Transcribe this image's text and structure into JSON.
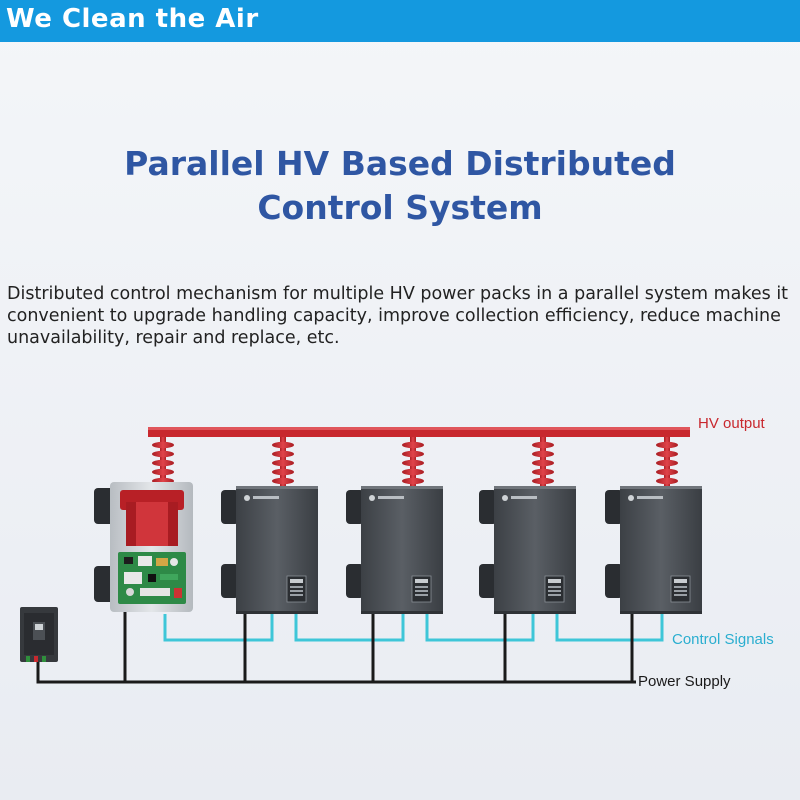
{
  "header": {
    "title": "We Clean the Air"
  },
  "main": {
    "title_line1": "Parallel HV Based Distributed",
    "title_line2": "Control System",
    "description": "Distributed control mechanism for multiple HV power packs in a parallel system makes it convenient to upgrade handling capacity, improve collection efficiency, reduce machine unavailability, repair and replace, etc."
  },
  "diagram": {
    "labels": {
      "hv_output": "HV output",
      "control_signals": "Control Signals",
      "power_supply": "Power Supply"
    },
    "colors": {
      "hv_bus": "#c8282e",
      "control_signal": "#3ec6d8",
      "power_line": "#1a1a1a",
      "unit_body": "#4a4e53",
      "open_unit_frame": "#c9cdd1",
      "circuit_board": "#2e8a47"
    },
    "icons": [
      "red-ceramic-insulator",
      "circuit-breaker",
      "hv-power-pack",
      "open-hv-power-pack-with-circuit-board"
    ]
  }
}
